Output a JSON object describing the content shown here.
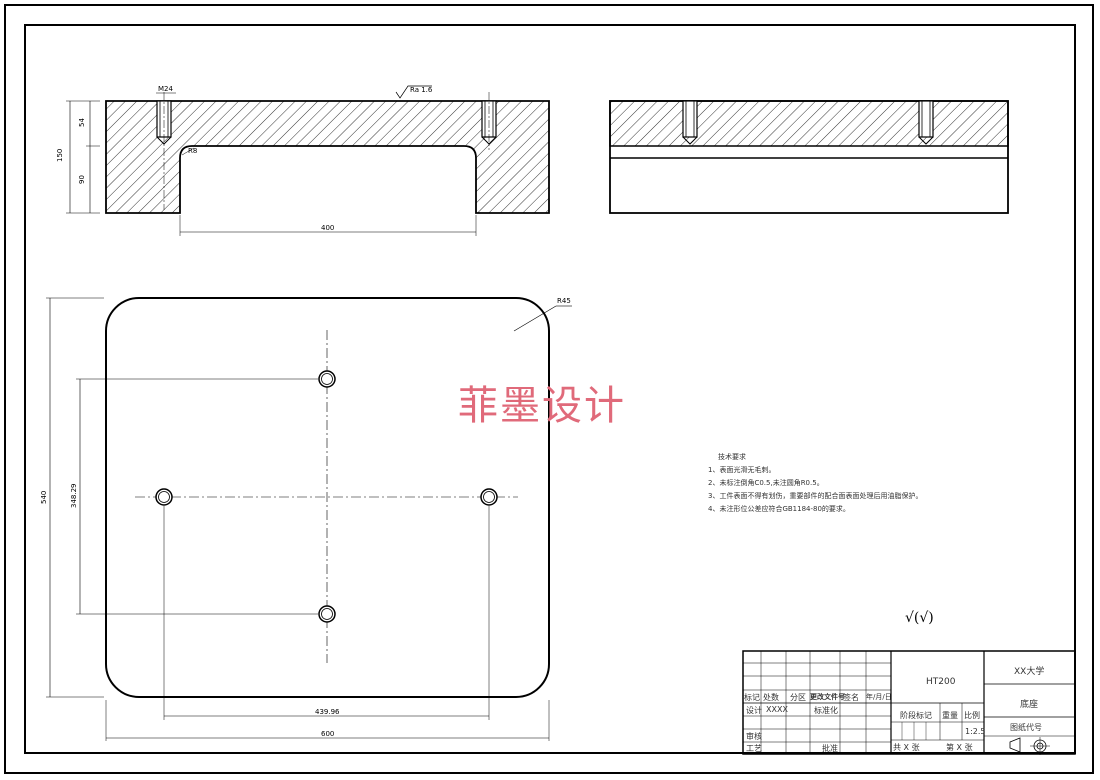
{
  "watermark": "菲墨设计",
  "dimensions": {
    "top_left_d": "M24",
    "roughness": "Ra 1.6",
    "height_54": "54",
    "height_150": "150",
    "height_90": "90",
    "fillet_r8": "R8",
    "span_400": "400",
    "radius_45": "R45",
    "height_540": "540",
    "hole_spacing_v": "348.29",
    "hole_spacing_h": "439.96",
    "width_600": "600"
  },
  "technical_requirements": {
    "title": "技术要求",
    "items": [
      "1、表面光滑无毛刺。",
      "2、未标注倒角C0.5,未注圆角R0.5。",
      "3、工件表面不得有划伤，重要部件的配合面表面处理后用油脂保护。",
      "4、未注形位公差应符合GB1184-80的要求。"
    ]
  },
  "surface_note": "√(√)",
  "title_block": {
    "material": "HT200",
    "school": "XX大学",
    "part_name": "底座",
    "drawing_no": "图纸代号",
    "scale": "1:2.5",
    "row_labels": {
      "mark": "标记",
      "count": "处数",
      "zone": "分区",
      "doc_no": "更改文件号",
      "signature": "签名",
      "date": "年/月/日",
      "design": "设计",
      "designer": "XXXX",
      "standardize": "标准化",
      "stage_mark": "阶段标记",
      "weight": "重量",
      "ratio": "比例",
      "review": "审核",
      "process": "工艺",
      "approve": "批准",
      "sheets_total": "共  X  张",
      "sheet_no": "第  X  张"
    }
  }
}
